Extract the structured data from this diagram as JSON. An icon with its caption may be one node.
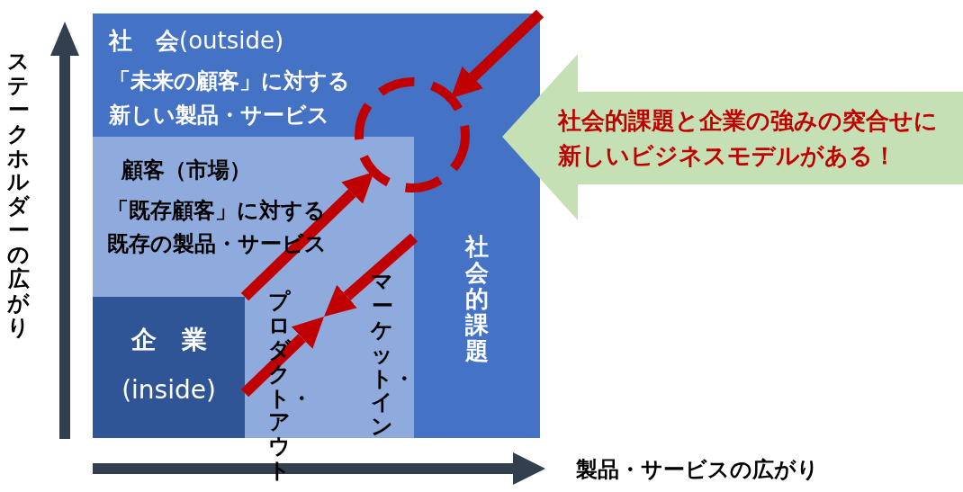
{
  "diagram": {
    "nodes": [
      {
        "text": [
          "**社　会**(outside)",
          "「未来の顧客」に対する新しい製品・サービス"
        ]
      },
      {
        "text": [
          "顧客（市場）",
          "「既存顧客」に対する既存の製品・サービス"
        ],
        "in": 0
      },
      {
        "text": [
          "企　業",
          "(inside)"
        ],
        "in": 1
      },
      {
        "text": [
          "社会的課題"
        ],
        "in": 0
      },
      {
        "text": [
          "社会的課題と企業の強みの突合せに新しいビジネスモデルがある！"
        ]
      },
      {
        "text": [],
        "shape": "circle",
        "in": 0
      }
    ],
    "edges": [
      {
        "from": 2,
        "to": 5,
        "arrow": "to"
      },
      {
        "from": 0,
        "to": 5,
        "arrow": "to"
      },
      {
        "from": 2,
        "to": null,
        "arrow": "to",
        "label": "プロダクト・アウト"
      },
      {
        "from": 3,
        "to": null,
        "arrow": "to",
        "label": "マーケット・イン"
      }
    ],
    "labels": [
      "ステークホルダーの広がり",
      "製品・サービスの広がり"
    ]
  }
}
